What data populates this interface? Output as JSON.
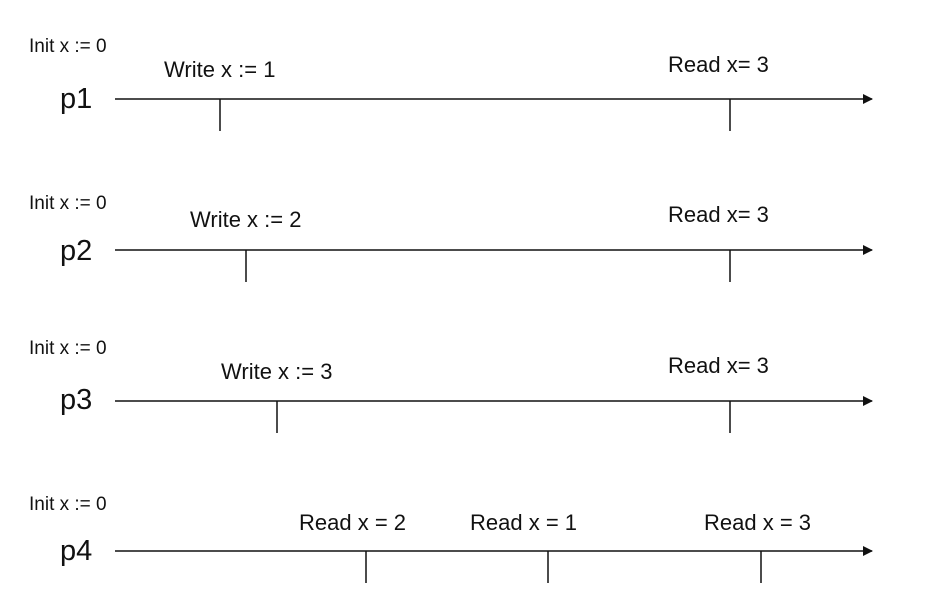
{
  "processes": [
    {
      "name": "p1",
      "init": "Init x := 0",
      "events": [
        {
          "label": "Write x := 1"
        },
        {
          "label": "Read x= 3"
        }
      ]
    },
    {
      "name": "p2",
      "init": "Init x := 0",
      "events": [
        {
          "label": "Write x := 2"
        },
        {
          "label": "Read x= 3"
        }
      ]
    },
    {
      "name": "p3",
      "init": "Init x := 0",
      "events": [
        {
          "label": "Write x := 3"
        },
        {
          "label": "Read x= 3"
        }
      ]
    },
    {
      "name": "p4",
      "init": "Init x := 0",
      "events": [
        {
          "label": "Read x = 2"
        },
        {
          "label": "Read x = 1"
        },
        {
          "label": "Read x = 3"
        }
      ]
    }
  ],
  "colors": {
    "line": "#111111",
    "text": "#111111",
    "background": "#ffffff"
  }
}
